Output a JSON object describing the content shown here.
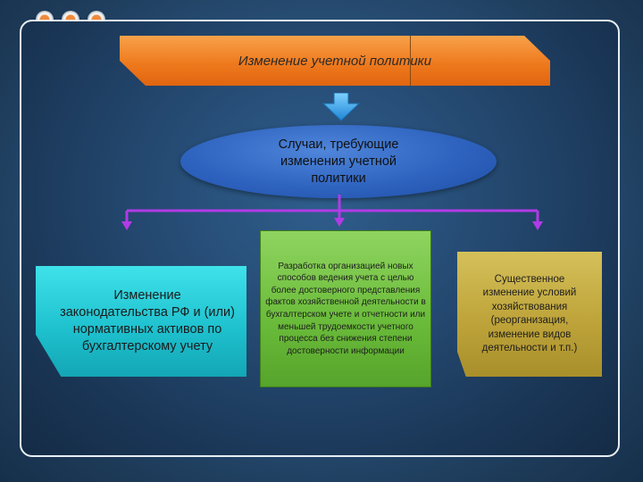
{
  "diagram": {
    "header": "Изменение учетной политики",
    "ellipse": "Случаи, требующие изменения учетной политики",
    "boxes": {
      "left": "Изменение законодательства РФ и (или) нормативных активов по бухгалтерскому учету",
      "middle": "Разработка организацией новых способов ведения учета с целью более достоверного представления фактов хозяйственной деятельности в бухгалтерском учете и отчетности или меньшей трудоемкости учетного процесса без снижения степени достоверности информации",
      "right": "Существенное изменение условий хозяйствования (реорганизация, изменение видов деятельности и т.п.)"
    }
  },
  "colors": {
    "header": "#ef7a1e",
    "ellipse": "#2e63bf",
    "connector": "#b13be6",
    "left_box": "#1fc2cf",
    "middle_box": "#6cbd3c",
    "right_box": "#bea43a",
    "down_arrow": "#3aa6e8",
    "dot": "#f08a3c"
  }
}
